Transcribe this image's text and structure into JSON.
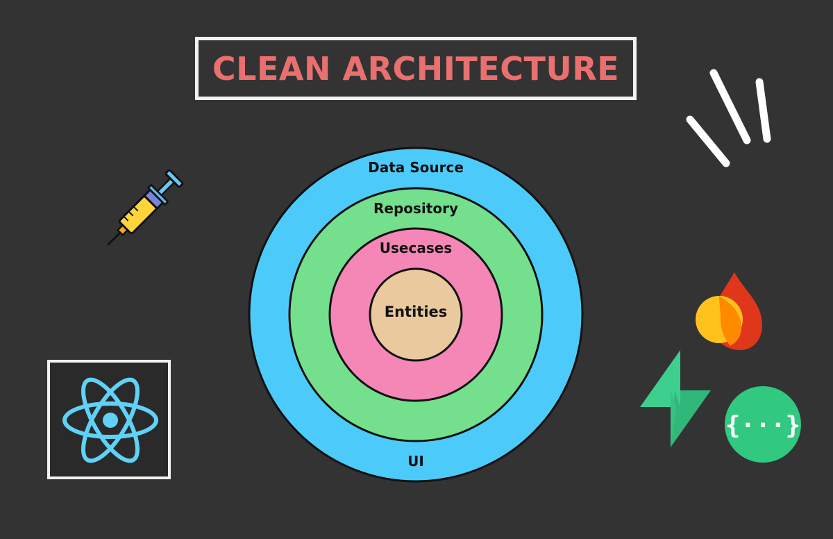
{
  "title": {
    "text": "CLEAN ARCHITECTURE"
  },
  "diagram": {
    "outline_color": "#111111",
    "layers": [
      {
        "label": "Data Source",
        "color": "#4ccbfb"
      },
      {
        "label": "Repository",
        "color": "#74e08d"
      },
      {
        "label": "Usecases",
        "color": "#f487b6"
      },
      {
        "label": "Entities",
        "color": "#ebc99f"
      }
    ],
    "bottom_label": "UI"
  },
  "colors": {
    "background": "#333333",
    "title_text": "#ea6f6f",
    "title_border": "#f2f2f2",
    "react_blue": "#5fd2f6",
    "supabase_green": "#3ecf8e",
    "swagger_green": "#30c97f",
    "hono_red": "#e0361b",
    "hono_orange": "#ff8a00",
    "hono_yellow": "#ffc21d"
  },
  "icons": {
    "syringe": "syringe-icon",
    "react": "react-logo-icon",
    "flame": "flame-logo-icon",
    "bolt": "supabase-bolt-icon",
    "braces": "swagger-braces-icon",
    "sparkle": "sparkle-lines-icon"
  },
  "swagger_glyph": "{···}"
}
